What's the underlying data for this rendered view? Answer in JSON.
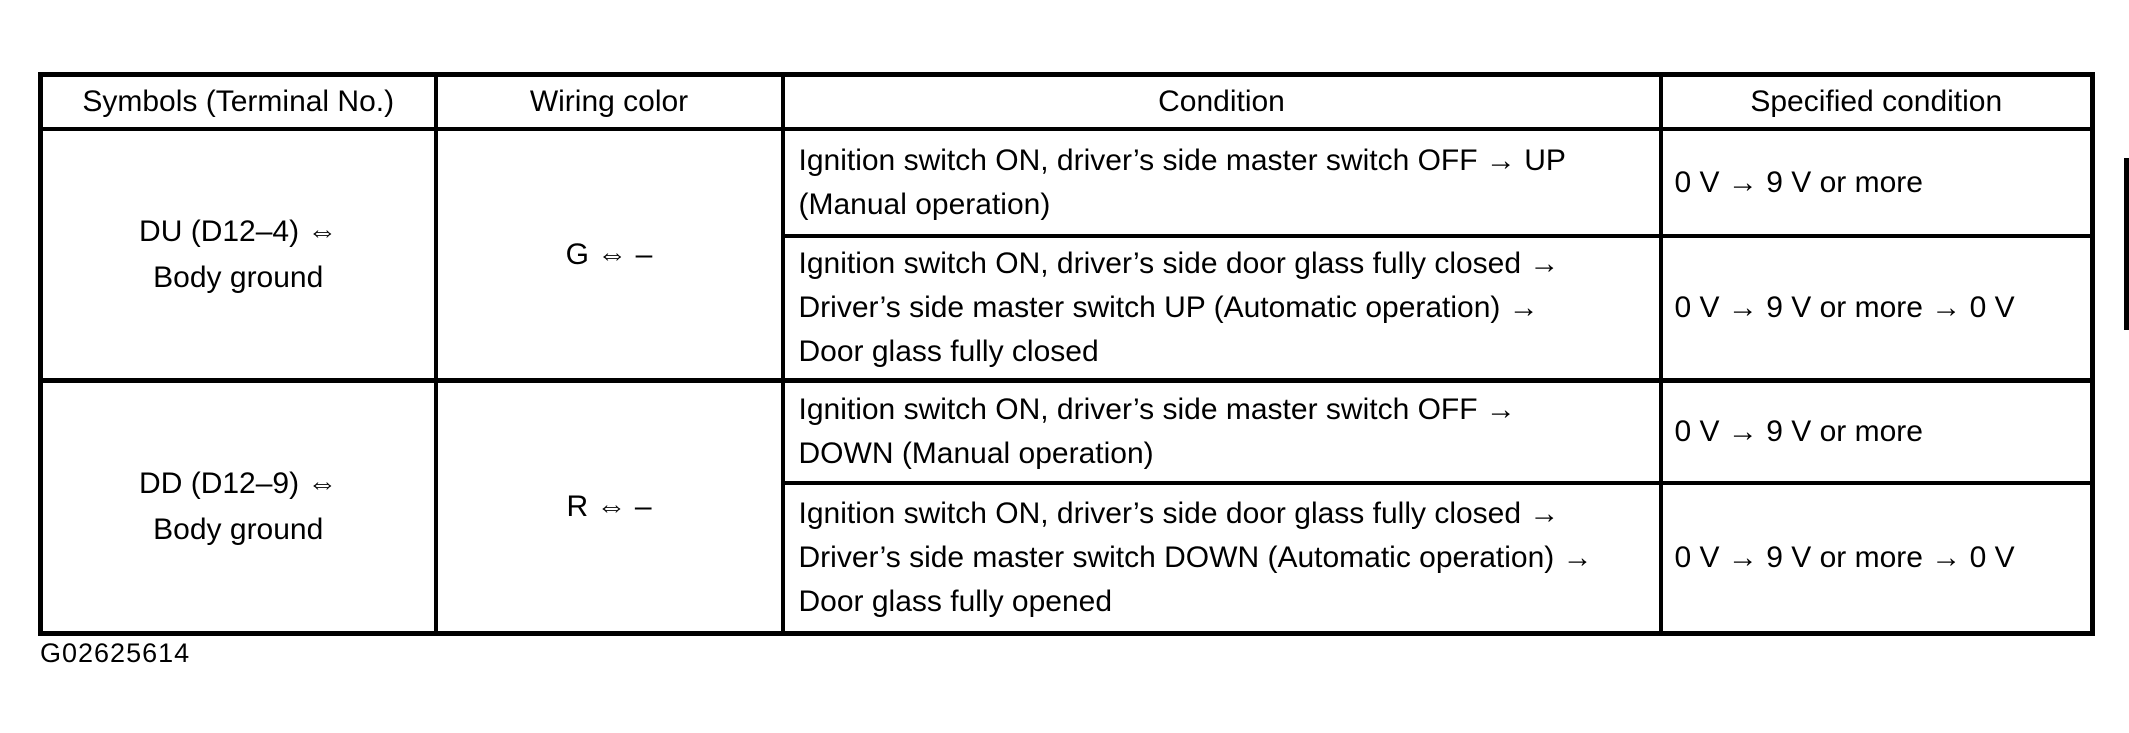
{
  "document": {
    "figure_id": "G02625614"
  },
  "table": {
    "headers": [
      "Symbols (Terminal No.)",
      "Wiring color",
      "Condition",
      "Specified condition"
    ],
    "groups": [
      {
        "symbol": "DU (D12–4) ⇔\nBody ground",
        "wiring_color": "G ⇔ –",
        "rows": [
          {
            "condition": "Ignition switch ON, driver’s side master switch OFF → UP\n(Manual operation)",
            "specified": "0 V → 9 V or more"
          },
          {
            "condition": "Ignition switch ON, driver’s side door glass fully closed →\nDriver’s side master switch UP (Automatic operation) →\nDoor glass fully closed",
            "specified": "0 V → 9 V or more → 0 V"
          }
        ]
      },
      {
        "symbol": "DD (D12–9) ⇔\nBody ground",
        "wiring_color": "R ⇔ –",
        "rows": [
          {
            "condition": "Ignition switch ON, driver’s side master switch OFF →\nDOWN (Manual operation)",
            "specified": "0 V → 9 V or more"
          },
          {
            "condition": "Ignition switch ON, driver’s side door glass fully closed →\nDriver’s side master switch DOWN (Automatic operation) →\nDoor glass fully opened",
            "specified": "0 V → 9 V or more → 0 V"
          }
        ]
      }
    ]
  }
}
